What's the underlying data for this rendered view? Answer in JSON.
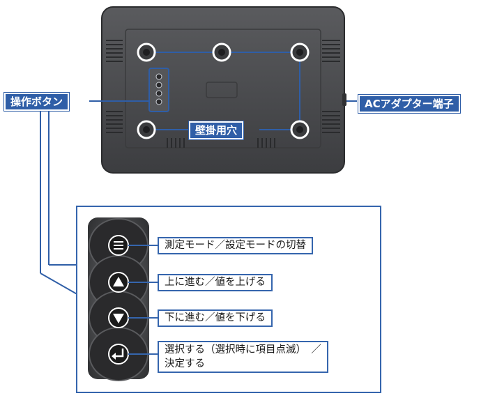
{
  "labels": {
    "operation_buttons": "操作ボタン",
    "ac_adapter": "ACアダプター端子",
    "wall_holes": "壁掛用穴"
  },
  "buttons": [
    {
      "icon": "menu-lines-icon",
      "desc": "測定モード／設定モードの切替"
    },
    {
      "icon": "triangle-up-icon",
      "desc": "上に進む／値を上げる"
    },
    {
      "icon": "triangle-down-icon",
      "desc": "下に進む／値を下げる"
    },
    {
      "icon": "enter-arrow-icon",
      "desc_line1": "選択する（選択時に項目点滅）　／",
      "desc_line2": "決定する"
    }
  ],
  "colors": {
    "accent": "#2f5ea7",
    "device_body": "#4a4b4e",
    "button_face": "#1b1b1b"
  }
}
